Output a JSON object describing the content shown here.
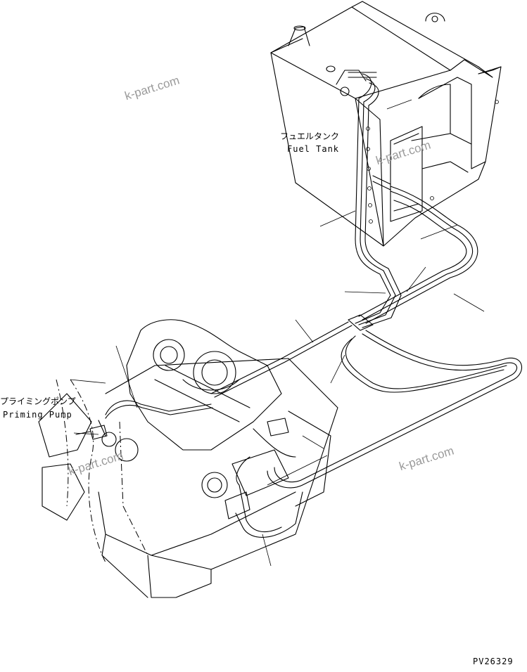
{
  "labels": {
    "fuel_tank_jp": "フュエルタンク",
    "fuel_tank_en": "Fuel Tank",
    "priming_pump_jp": "プライミングポンプ",
    "priming_pump_en": "Priming Pump"
  },
  "watermarks": [
    "k-part.com",
    "k-part.com",
    "k-part.com",
    "k-part.com"
  ],
  "drawing_code": "PV26329"
}
